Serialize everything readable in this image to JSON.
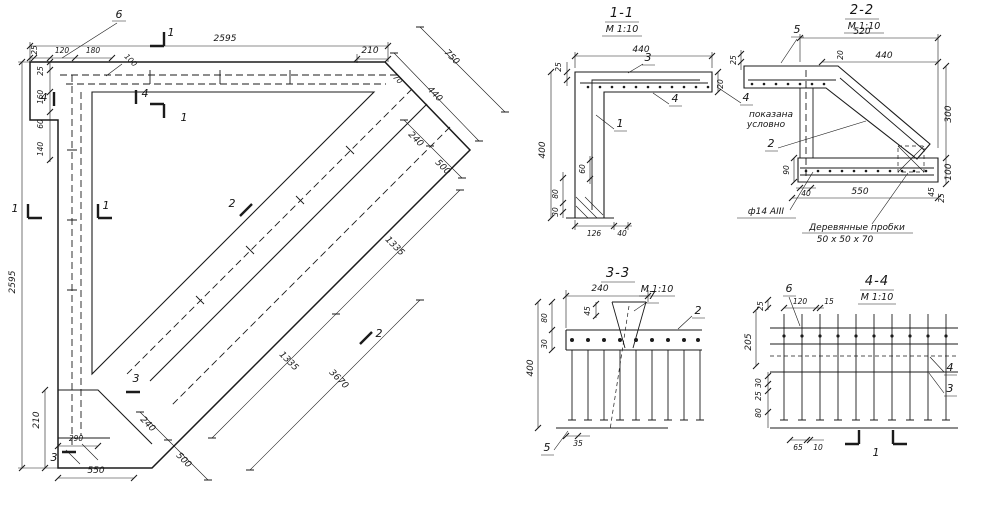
{
  "page": {
    "background": "#ffffff",
    "ink": "#1b1b1b"
  },
  "plan": {
    "markers": {
      "m1": "1",
      "m2": "2",
      "m3": "3",
      "m4": "4",
      "m6": "6"
    },
    "dims": {
      "top_overall": "2595",
      "top_end": "210",
      "top_s25": "25",
      "top_s120": "120",
      "top_s180": "180",
      "top_s100": "100",
      "left_overall": "2595",
      "left_s25": "25",
      "left_s160": "160",
      "left_s60": "60",
      "left_s140": "140",
      "bottom_210": "210",
      "bottom_290": "290",
      "bottom_550": "550",
      "diag_750": "750",
      "diag_440": "440",
      "diag_240_top": "240",
      "diag_500_top": "500",
      "diag_70": "70",
      "diag_1335_a": "1335",
      "diag_1335_b": "1335",
      "diag_3670": "3670",
      "diag_240_bottom": "240",
      "diag_500_bottom": "500"
    }
  },
  "sections": {
    "s11": {
      "title": "1-1",
      "scale": "М 1:10",
      "dims": {
        "w440": "440",
        "t25": "25",
        "t20": "20",
        "h400": "400",
        "h80": "80",
        "h30": "30",
        "b126": "126",
        "b40": "40",
        "i60": "60"
      },
      "labels": {
        "bar3": "3",
        "bar4": "4",
        "bar1": "1",
        "bar4_note": "4"
      },
      "note": {
        "line1": "показана",
        "line2": "условно"
      }
    },
    "s22": {
      "title": "2-2",
      "scale": "М 1:10",
      "dims": {
        "w520": "520",
        "w440": "440",
        "t25": "25",
        "t20": "20",
        "h300": "300",
        "h100": "100",
        "b550": "550",
        "s45": "45",
        "s25": "25",
        "s40": "40",
        "s90": "90"
      },
      "labels": {
        "bar5": "5",
        "bar2": "2"
      },
      "rebar_note": "ф14 АIII",
      "plug_note_line1": "Деревянные пробки",
      "plug_note_line2": "50 x 50 x 70"
    },
    "s33": {
      "title": "3-3",
      "scale": "М 1:10",
      "dims": {
        "w240": "240",
        "s45": "45",
        "h80": "80",
        "h30": "30",
        "h400": "400",
        "b35": "35"
      },
      "labels": {
        "bar7": "7",
        "bar2": "2",
        "bar5": "5"
      }
    },
    "s44": {
      "title": "4-4",
      "scale": "М 1:10",
      "dims": {
        "t25": "25",
        "t120": "120",
        "t15": "15",
        "h205": "205",
        "h30": "30",
        "h25": "25",
        "h80": "80",
        "b65": "65",
        "b10": "10"
      },
      "labels": {
        "bar6": "6",
        "bar4": "4",
        "bar3": "3",
        "bar1": "1"
      }
    }
  }
}
